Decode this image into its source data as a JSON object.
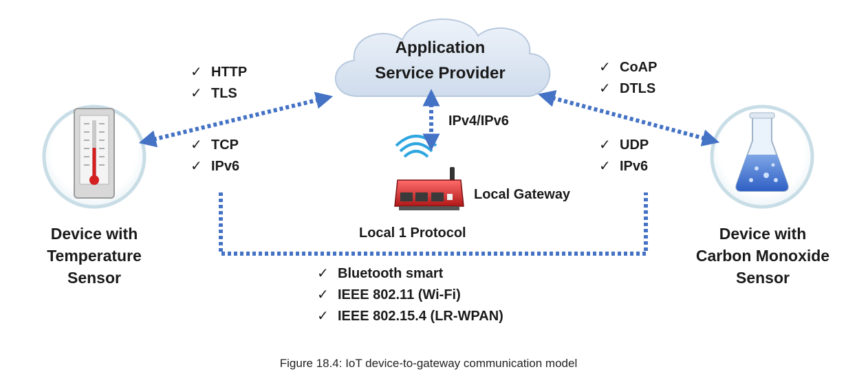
{
  "cloud": {
    "line1": "Application",
    "line2": "Service Provider"
  },
  "left_device": {
    "line1": "Device with",
    "line2": "Temperature",
    "line3": "Sensor"
  },
  "right_device": {
    "line1": "Device with",
    "line2": "Carbon Monoxide",
    "line3": "Sensor"
  },
  "gateway": {
    "label": "Local Gateway",
    "link_label": "IPv4/IPv6"
  },
  "local_protocol": {
    "label": "Local 1 Protocol"
  },
  "check_mark": "✓",
  "left_upper_protocols": [
    "HTTP",
    "TLS"
  ],
  "left_lower_protocols": [
    "TCP",
    "IPv6"
  ],
  "right_upper_protocols": [
    "CoAP",
    "DTLS"
  ],
  "right_lower_protocols": [
    "UDP",
    "IPv6"
  ],
  "bottom_protocols": [
    "Bluetooth smart",
    "IEEE 802.11 (Wi-Fi)",
    "IEEE 802.15.4 (LR-WPAN)"
  ],
  "caption": "Figure 18.4: IoT device-to-gateway communication model",
  "colors": {
    "arrow": "#4472c4",
    "cloud_fill": "#d9e4f2",
    "cloud_stroke": "#b8c9de",
    "circle_stroke": "#c8dde6"
  }
}
